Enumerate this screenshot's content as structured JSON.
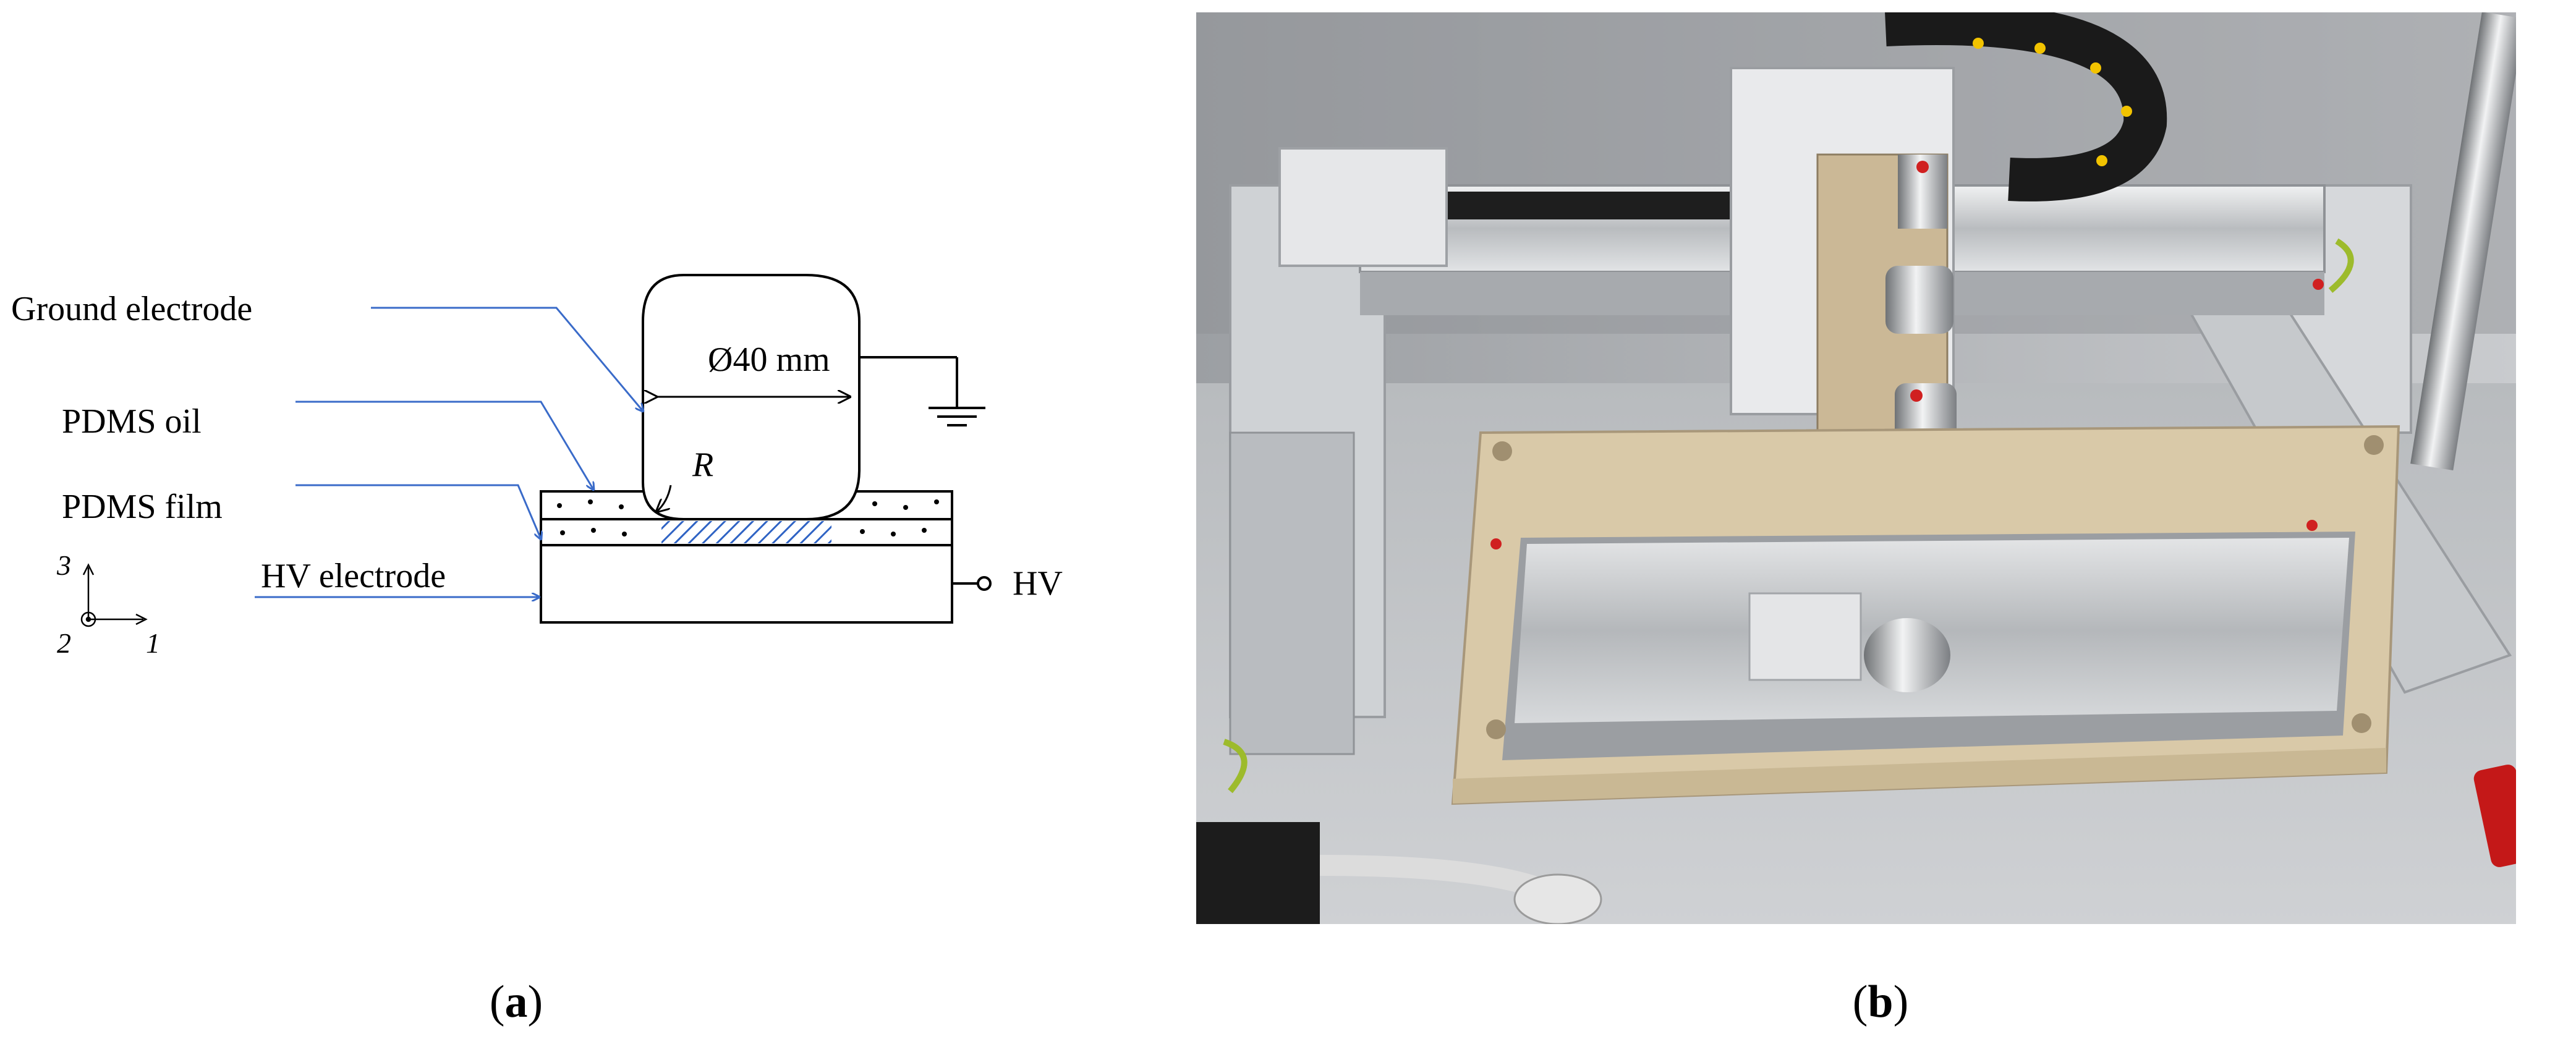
{
  "panel_a": {
    "labels": {
      "ground_electrode": "Ground electrode",
      "pdms_oil": "PDMS oil",
      "pdms_film": "PDMS film",
      "hv_electrode": "HV electrode",
      "hv_terminal": "HV",
      "diameter": "Ø40 mm",
      "radius": "R"
    },
    "axes": {
      "axis_1": "1",
      "axis_2": "2",
      "axis_3": "3"
    },
    "caption": {
      "open": "(",
      "letter": "a",
      "close": ")"
    }
  },
  "panel_b": {
    "caption": {
      "open": "(",
      "letter": "b",
      "close": ")"
    }
  },
  "colors": {
    "leader_lines": "#3a6bc9",
    "hatch": "#2f63c4",
    "beige_frame": "#d9c9a8",
    "background": "#ffffff"
  }
}
